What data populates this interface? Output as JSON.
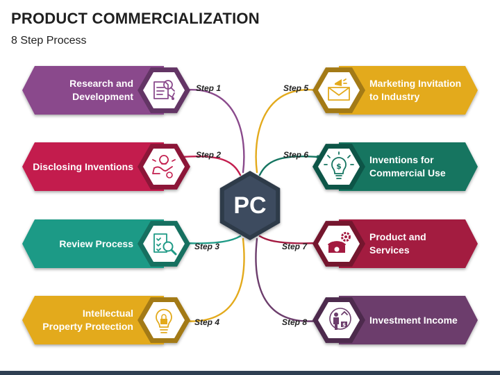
{
  "title": "PRODUCT COMMERCIALIZATION",
  "subtitle": "8 Step Process",
  "center_label": "PC",
  "colors": {
    "purple": "#8a4a8c",
    "crimson": "#c31e4e",
    "teal": "#1f9a86",
    "gold": "#e3aa1c",
    "dark_teal": "#157561",
    "maroon": "#a31a40",
    "plum": "#6c3d6c",
    "hub": "#3c4b5f"
  },
  "steps": [
    {
      "step": "Step 1",
      "line1": "Research and",
      "line2": "Development",
      "icon": "research-icon",
      "color": "#8a4a8c"
    },
    {
      "step": "Step 2",
      "line1": "Disclosing Inventions",
      "line2": "",
      "icon": "invention-hand-icon",
      "color": "#c31e4e"
    },
    {
      "step": "Step 3",
      "line1": "Review Process",
      "line2": "",
      "icon": "checklist-magnifier-icon",
      "color": "#1f9a86"
    },
    {
      "step": "Step 4",
      "line1": "Intellectual",
      "line2": "Property Protection",
      "icon": "lightbulb-lock-icon",
      "color": "#e3aa1c"
    },
    {
      "step": "Step 5",
      "line1": "Marketing Invitation",
      "line2": "to Industry",
      "icon": "envelope-megaphone-icon",
      "color": "#e3aa1c"
    },
    {
      "step": "Step 6",
      "line1": "Inventions for",
      "line2": "Commercial Use",
      "icon": "lightbulb-dollar-icon",
      "color": "#157561"
    },
    {
      "step": "Step 7",
      "line1": "Product and Services",
      "line2": "",
      "icon": "phone-gear-icon",
      "color": "#a31a40"
    },
    {
      "step": "Step 8",
      "line1": "Investment Income",
      "line2": "",
      "icon": "investor-icon",
      "color": "#6c3d6c"
    }
  ]
}
